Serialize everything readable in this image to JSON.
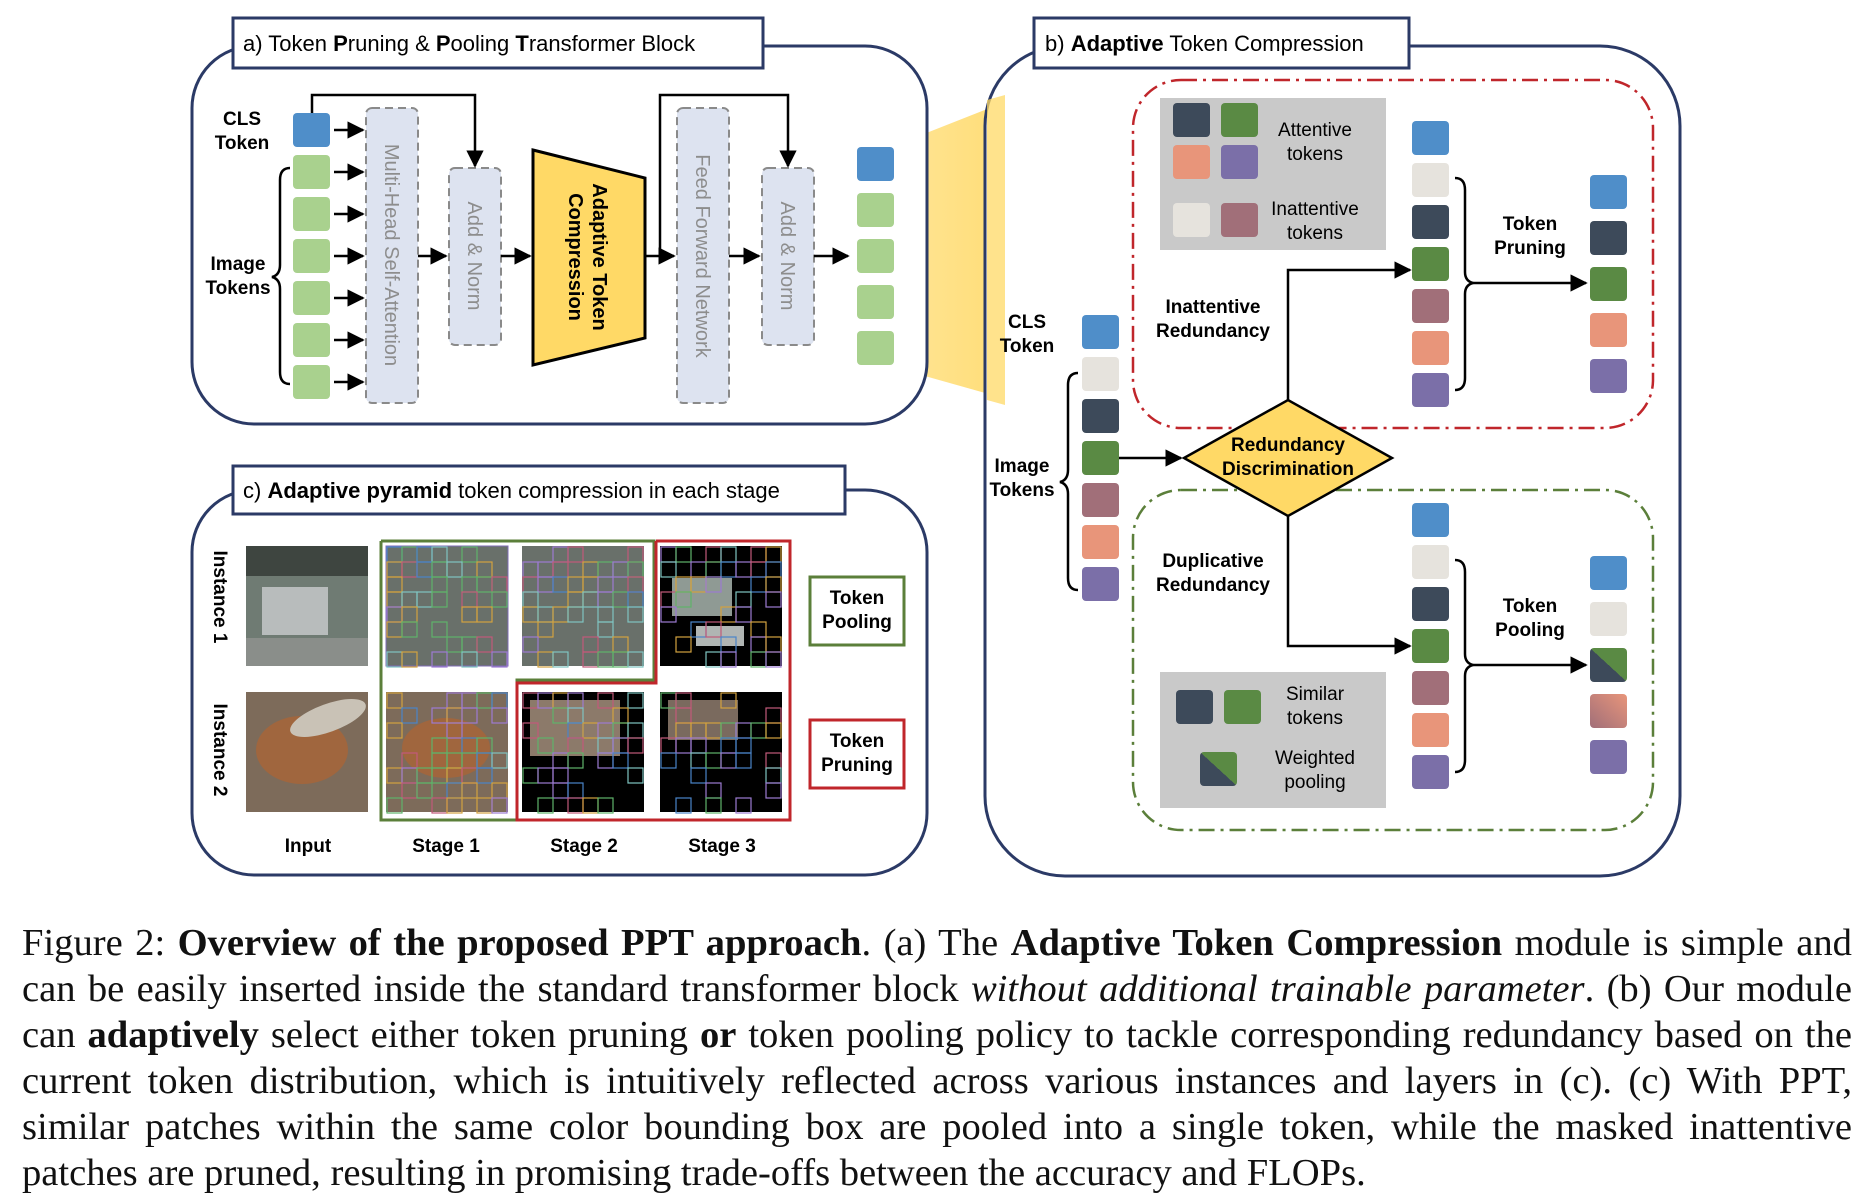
{
  "panel_a": {
    "title_prefix": "a) ",
    "title_parts": [
      "Token ",
      "P",
      "runing & ",
      "P",
      "ooling ",
      "T",
      "ransformer Block"
    ],
    "cls_label": [
      "CLS",
      "Token"
    ],
    "image_label": [
      "Image",
      "Tokens"
    ],
    "msa_label": "Multi-Head Self-Attention",
    "add_norm_1": "Add & Norm",
    "atc_label": [
      "Adaptive Token",
      "Compression"
    ],
    "ffn_label": "Feed Forward Network",
    "add_norm_2": "Add & Norm"
  },
  "panel_b": {
    "title_prefix": "b) ",
    "title_bold": "Adaptive",
    "title_rest": " Token Compression",
    "cls_label": [
      "CLS",
      "Token"
    ],
    "image_label": [
      "Image",
      "Tokens"
    ],
    "discrimination_label": [
      "Redundancy",
      "Discrimination"
    ],
    "inattentive_label": [
      "Inattentive",
      "Redundancy"
    ],
    "duplicative_label": [
      "Duplicative",
      "Redundancy"
    ],
    "legend_attentive": [
      "Attentive",
      "tokens"
    ],
    "legend_inattentive": [
      "Inattentive",
      "tokens"
    ],
    "legend_similar": [
      "Similar",
      "tokens"
    ],
    "legend_weighted": [
      "Weighted",
      "pooling"
    ],
    "pruning_label": [
      "Token",
      "Pruning"
    ],
    "pooling_label": [
      "Token",
      "Pooling"
    ]
  },
  "panel_c": {
    "title_prefix": "c) ",
    "title_bold": "Adaptive pyramid",
    "title_rest": " token compression in each stage",
    "instance1": "Instance 1",
    "instance2": "Instance 2",
    "stages": [
      "Input",
      "Stage 1",
      "Stage 2",
      "Stage 3"
    ],
    "pooling_box": [
      "Token",
      "Pooling"
    ],
    "pruning_box": [
      "Token",
      "Pruning"
    ]
  },
  "caption": {
    "fig": "Figure 2: ",
    "b1": "Overview of the proposed PPT approach",
    "t1": ". (a) The ",
    "b2": "Adaptive Token Compression",
    "t2": " module is simple and can be easily inserted inside the standard transformer block ",
    "i1": "without additional trainable parameter",
    "t3": ". (b) Our module can ",
    "b3": "adaptively",
    "t4": " select either token pruning ",
    "b4": "or",
    "t5": " token pooling policy to tackle corresponding redundancy based on the current token distribution, which is intuitively reflected across various instances and layers in (c). (c) With PPT, similar patches within the same color bounding box are pooled into a single token, while the masked inattentive patches are pruned, resulting in promising trade-offs between the accuracy and FLOPs."
  },
  "colors": {
    "panel_border": "#2b3a66",
    "cls_token": "#4f8ec9",
    "image_token": "#a9d18e",
    "block_fill": "#dde3f0",
    "atc_fill": "#ffd966",
    "attentive": [
      "#3d4a5a",
      "#5a8a44",
      "#e8957a",
      "#7b6fa8"
    ],
    "inattentive": [
      "#e6e3dd",
      "#a16f79"
    ],
    "pruning_red": "#c0262b",
    "pooling_green": "#5b7f3a"
  }
}
